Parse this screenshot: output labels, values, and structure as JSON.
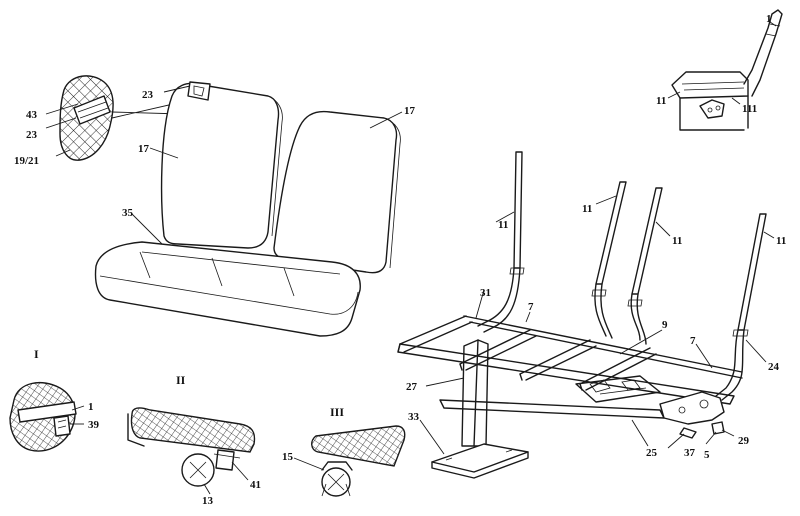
{
  "diagram": {
    "callouts": {
      "c1_top": "1",
      "c11_top_left": "11",
      "c111_top_right": "111",
      "c23_a": "23",
      "c43": "43",
      "c23_b": "23",
      "c19_21": "19/21",
      "c17_left": "17",
      "c17_right": "17",
      "c35": "35",
      "c11_a": "11",
      "c11_b": "11",
      "c11_c": "11",
      "c11_d": "11",
      "c31": "31",
      "c7_a": "7",
      "c9": "9",
      "c7_b": "7",
      "c24": "24",
      "c27": "27",
      "c33": "33",
      "c25": "25",
      "c37": "37",
      "c29": "29",
      "c5": "5",
      "view_I": "I",
      "c1_detail": "1",
      "c39": "39",
      "view_II": "II",
      "c41": "41",
      "c13": "13",
      "view_III": "III",
      "c15": "15"
    }
  }
}
